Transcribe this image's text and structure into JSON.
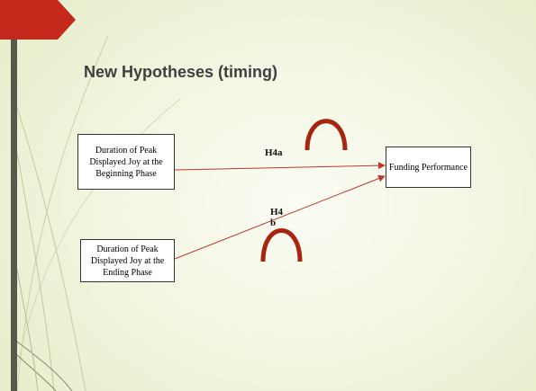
{
  "title": "New Hypotheses (timing)",
  "diagram": {
    "box_beginning": "Duration of Peak Displayed Joy at the Beginning Phase",
    "box_ending": "Duration of Peak Displayed Joy at the Ending Phase",
    "box_funding": "Funding Performance",
    "label_h4a": "H4a",
    "label_h4b": "H4b"
  },
  "colors": {
    "arrow": "#c0392b",
    "arc": "#a8240f",
    "accent_tab": "#c4291c",
    "left_bar": "#5b574d"
  },
  "icons": [
    "inverted-u-arc-icon",
    "inverted-u-arc-icon"
  ]
}
